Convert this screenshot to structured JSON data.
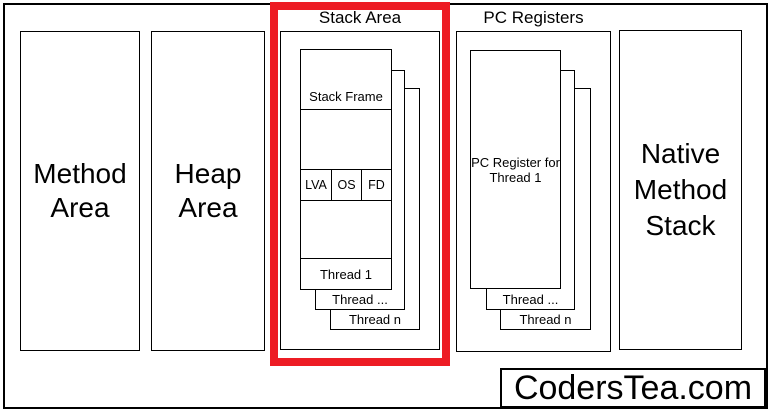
{
  "colors": {
    "highlight_red": "#ed1c24",
    "line_black": "#000000",
    "background": "#ffffff"
  },
  "titles": {
    "stack_area": "Stack Area",
    "pc_registers": "PC Registers"
  },
  "areas": {
    "method": "Method\nArea",
    "heap": "Heap\nArea",
    "native": "Native\nMethod\nStack"
  },
  "stack": {
    "frame_label": "Stack Frame",
    "cells": [
      "LVA",
      "OS",
      "FD"
    ],
    "thread_front": "Thread 1",
    "thread_middle": "Thread ...",
    "thread_back": "Thread n"
  },
  "pc": {
    "register_label": "PC Register for\nThread 1",
    "thread_middle": "Thread ...",
    "thread_back": "Thread n"
  },
  "watermark": "CodersTea.com"
}
